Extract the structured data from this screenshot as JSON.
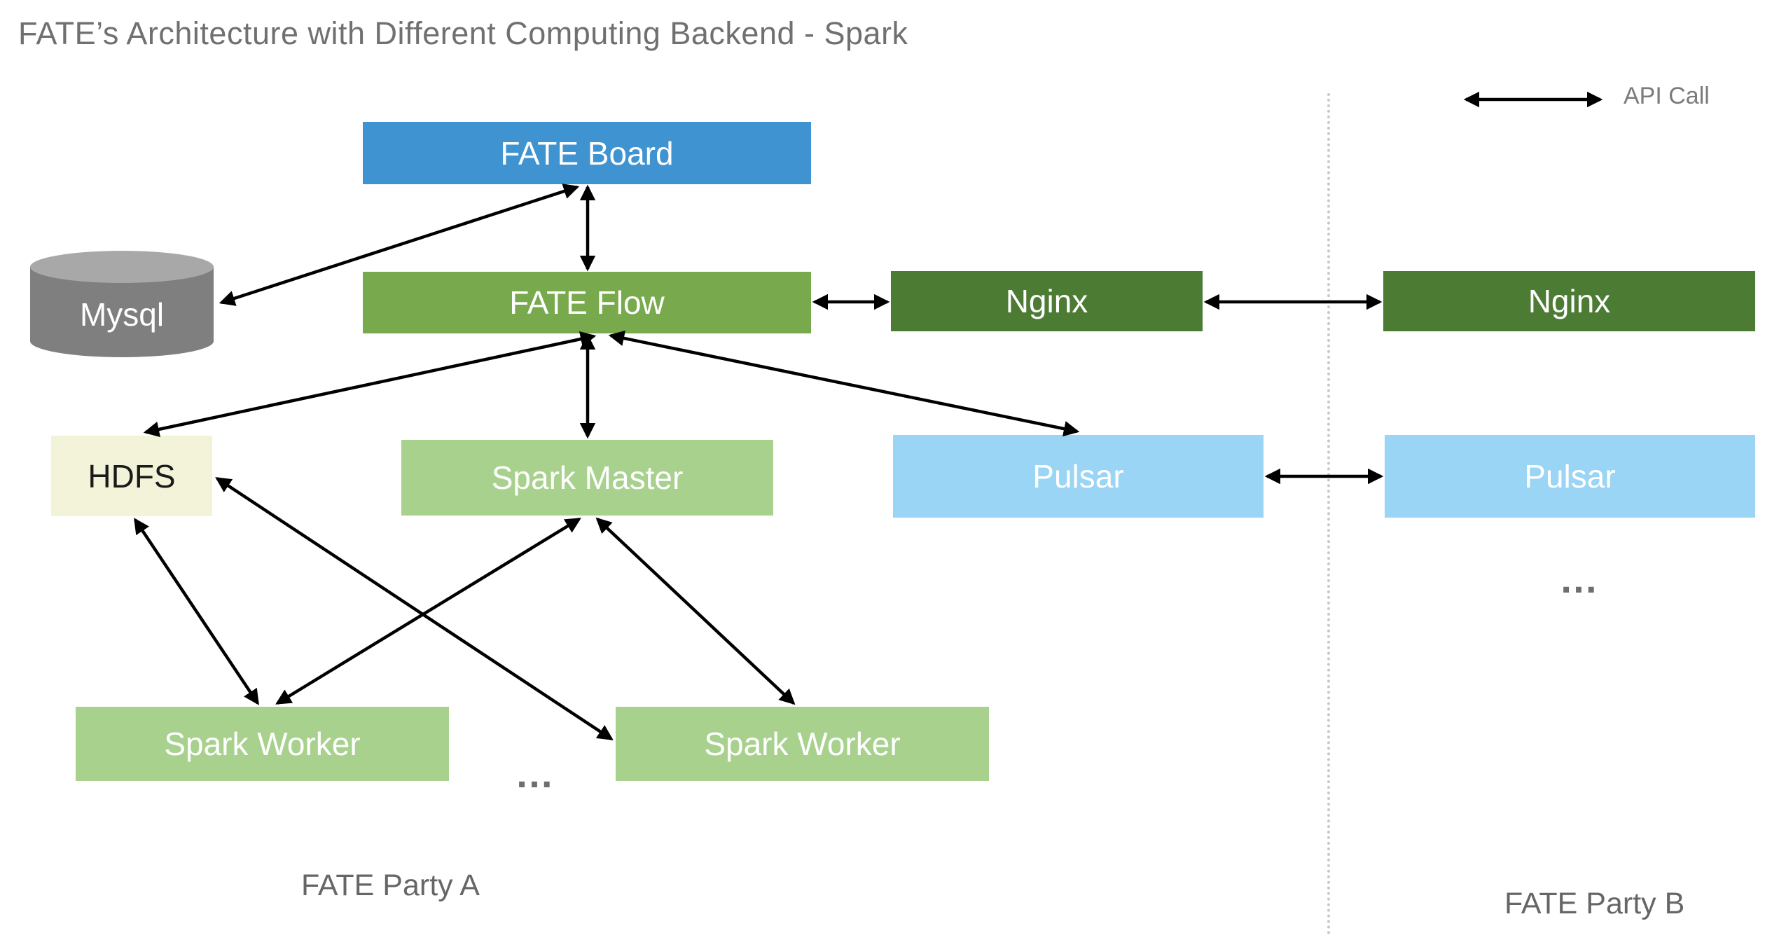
{
  "title": "FATE’s Architecture with Different Computing Backend - Spark",
  "legend": {
    "api_call_label": "API Call"
  },
  "parties": {
    "party_a_label": "FATE Party A",
    "party_b_label": "FATE Party B"
  },
  "nodes": {
    "fate_board": {
      "label": "FATE Board",
      "color": "#3f93d0",
      "text_color": "#ffffff"
    },
    "fate_flow": {
      "label": "FATE Flow",
      "color": "#78a94d",
      "text_color": "#ffffff"
    },
    "mysql": {
      "label": "Mysql",
      "color": "#7f7f7f",
      "top_color": "#a8a8a8",
      "text_color": "#ffffff"
    },
    "nginx_a": {
      "label": "Nginx",
      "color": "#4c7b33",
      "text_color": "#ffffff"
    },
    "nginx_b": {
      "label": "Nginx",
      "color": "#4c7b33",
      "text_color": "#ffffff"
    },
    "hdfs": {
      "label": "HDFS",
      "color": "#f3f3da",
      "text_color": "#1a1a1a"
    },
    "spark_master": {
      "label": "Spark Master",
      "color": "#a8d18e",
      "text_color": "#ffffff"
    },
    "pulsar_a": {
      "label": "Pulsar",
      "color": "#9ad5f5",
      "text_color": "#ffffff"
    },
    "pulsar_b": {
      "label": "Pulsar",
      "color": "#9ad5f5",
      "text_color": "#ffffff"
    },
    "spark_worker_1": {
      "label": "Spark Worker",
      "color": "#a8d18e",
      "text_color": "#ffffff"
    },
    "spark_worker_2": {
      "label": "Spark Worker",
      "color": "#a8d18e",
      "text_color": "#ffffff"
    }
  },
  "ellipsis": {
    "party_a_workers": "…",
    "party_b": "…"
  },
  "edges": [
    {
      "from": "fate_board",
      "to": "fate_flow",
      "type": "bidirectional-api-call"
    },
    {
      "from": "fate_board",
      "to": "mysql",
      "type": "bidirectional-api-call"
    },
    {
      "from": "fate_flow",
      "to": "nginx_a",
      "type": "bidirectional-api-call"
    },
    {
      "from": "nginx_a",
      "to": "nginx_b",
      "type": "bidirectional-api-call"
    },
    {
      "from": "fate_flow",
      "to": "hdfs",
      "type": "bidirectional-api-call"
    },
    {
      "from": "fate_flow",
      "to": "spark_master",
      "type": "bidirectional-api-call"
    },
    {
      "from": "fate_flow",
      "to": "pulsar_a",
      "type": "bidirectional-api-call"
    },
    {
      "from": "pulsar_a",
      "to": "pulsar_b",
      "type": "bidirectional-api-call"
    },
    {
      "from": "hdfs",
      "to": "spark_worker_1",
      "type": "bidirectional-api-call"
    },
    {
      "from": "hdfs",
      "to": "spark_worker_2",
      "type": "bidirectional-api-call"
    },
    {
      "from": "spark_master",
      "to": "spark_worker_1",
      "type": "bidirectional-api-call"
    },
    {
      "from": "spark_master",
      "to": "spark_worker_2",
      "type": "bidirectional-api-call"
    }
  ]
}
